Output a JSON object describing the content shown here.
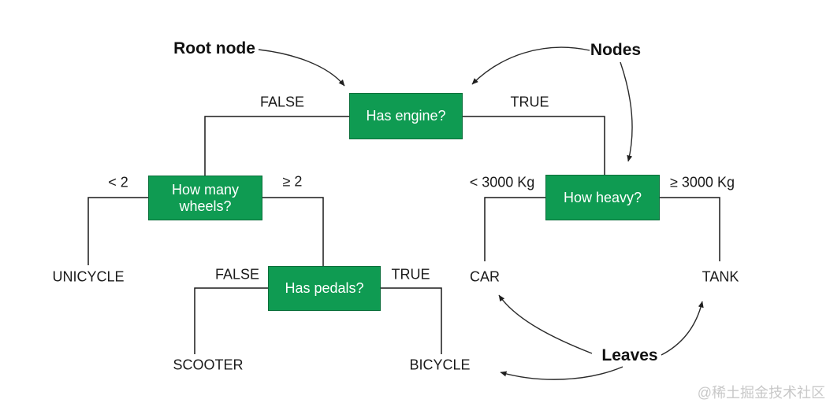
{
  "diagram": {
    "type": "decision-tree",
    "annotation_labels": {
      "root_node": "Root node",
      "nodes": "Nodes",
      "leaves": "Leaves"
    },
    "decision_nodes": {
      "has_engine": {
        "label": "Has engine?"
      },
      "how_many_wheels": {
        "label": "How many wheels?"
      },
      "how_heavy": {
        "label": "How heavy?"
      },
      "has_pedals": {
        "label": "Has pedals?"
      }
    },
    "branch_labels": {
      "engine_false": "FALSE",
      "engine_true": "TRUE",
      "wheels_lt_2": "< 2",
      "wheels_gte_2": "≥ 2",
      "heavy_lt_3000": "< 3000 Kg",
      "heavy_gte_3000": "≥ 3000 Kg",
      "pedals_false": "FALSE",
      "pedals_true": "TRUE"
    },
    "leaf_nodes": {
      "unicycle": "UNICYCLE",
      "scooter": "SCOOTER",
      "bicycle": "BICYCLE",
      "car": "CAR",
      "tank": "TANK"
    },
    "colors": {
      "node_fill": "#0f9b52",
      "node_border": "#0a6e3a",
      "node_text": "#ffffff",
      "line": "#1a1a1a",
      "watermark": "#c8c8c8"
    },
    "watermark": "@稀土掘金技术社区"
  }
}
